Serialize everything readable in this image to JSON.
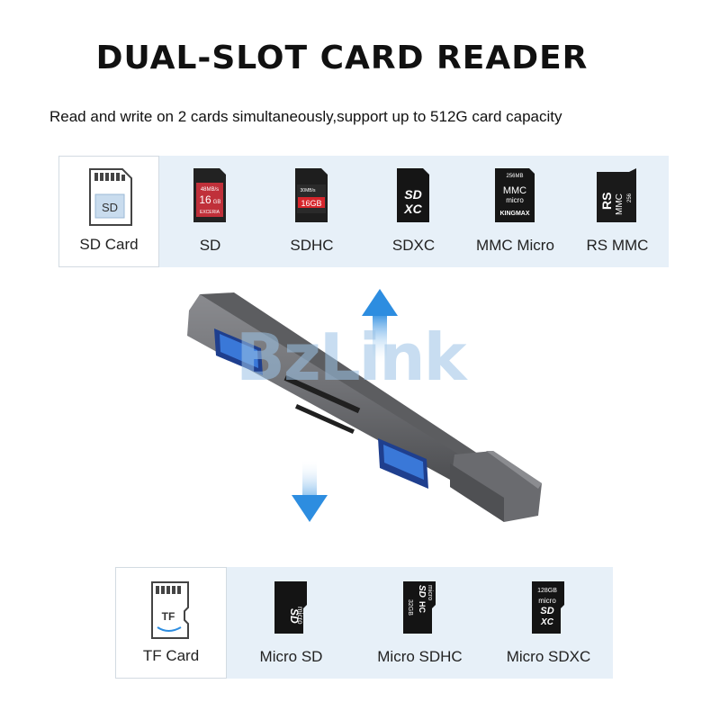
{
  "header": {
    "title": "DUAL-SLOT CARD READER",
    "subtitle": "Read and write on 2 cards simultaneously,support up to 512G card capacity"
  },
  "sd_strip": {
    "items": [
      {
        "label": "SD Card",
        "icon_text": "SD"
      },
      {
        "label": "SD",
        "icon_text": [
          "48MB/s",
          "16",
          "GB",
          "EXCERIA"
        ]
      },
      {
        "label": "SDHC",
        "icon_text": [
          "30MB/s",
          "16GB"
        ]
      },
      {
        "label": "SDXC",
        "icon_text": [
          "SD",
          "XC"
        ]
      },
      {
        "label": "MMC Micro",
        "icon_text": [
          "256MB",
          "MMC",
          "micro",
          "KINGMAX"
        ]
      },
      {
        "label": "RS MMC",
        "icon_text": [
          "RS",
          "MMC",
          "256"
        ]
      }
    ]
  },
  "tf_strip": {
    "items": [
      {
        "label": "TF Card",
        "icon_text": "TF"
      },
      {
        "label": "Micro SD",
        "icon_text": [
          "micro",
          "SD"
        ]
      },
      {
        "label": "Micro SDHC",
        "icon_text": [
          "32GB",
          "micro",
          "SD",
          "HC"
        ]
      },
      {
        "label": "Micro SDXC",
        "icon_text": [
          "128GB",
          "micro",
          "SD",
          "XC"
        ]
      }
    ]
  },
  "watermark": "BzLink",
  "colors": {
    "strip_bg": "#e7f0f8",
    "arrow_blue": "#2d8de0",
    "device_gray": "#6d6e72",
    "port_blue": "#2a62c8"
  }
}
